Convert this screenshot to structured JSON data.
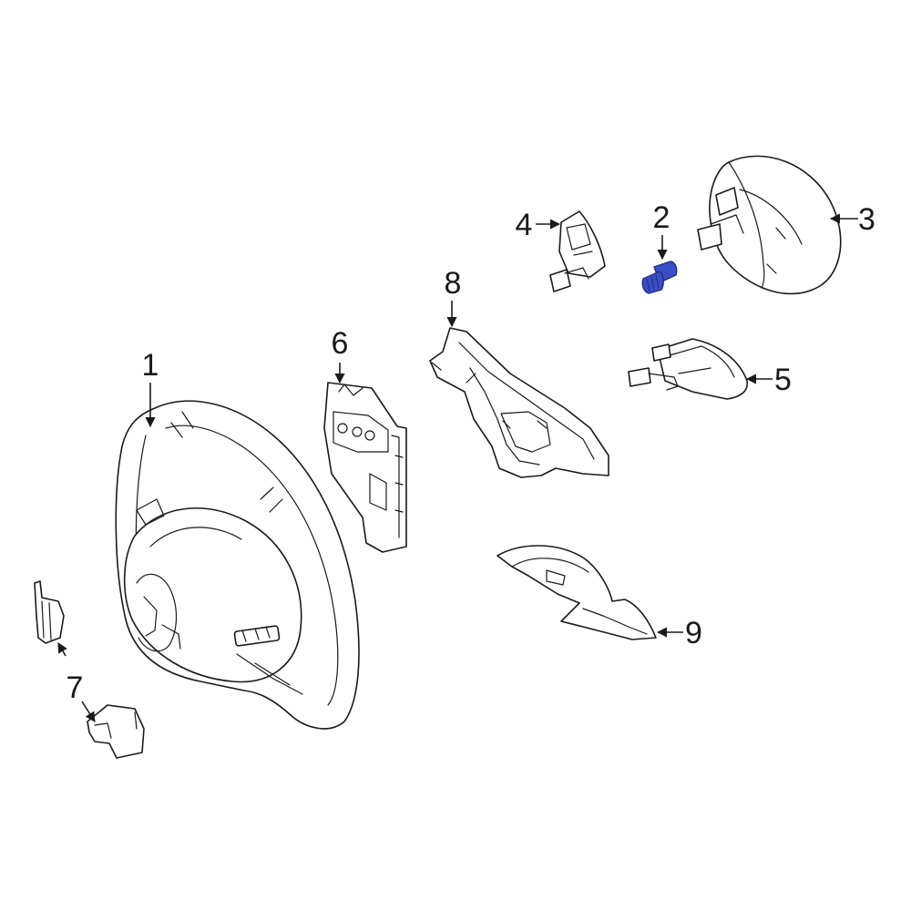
{
  "colors": {
    "line": "#1a1a1a",
    "background": "#ffffff",
    "highlight": "#3a4fc6",
    "highlight_dark": "#1f2e8a"
  },
  "callouts": {
    "c1": "1",
    "c2": "2",
    "c3": "3",
    "c4": "4",
    "c5": "5",
    "c6": "6",
    "c7": "7",
    "c8": "8",
    "c9": "9"
  },
  "highlighted_part": "2"
}
